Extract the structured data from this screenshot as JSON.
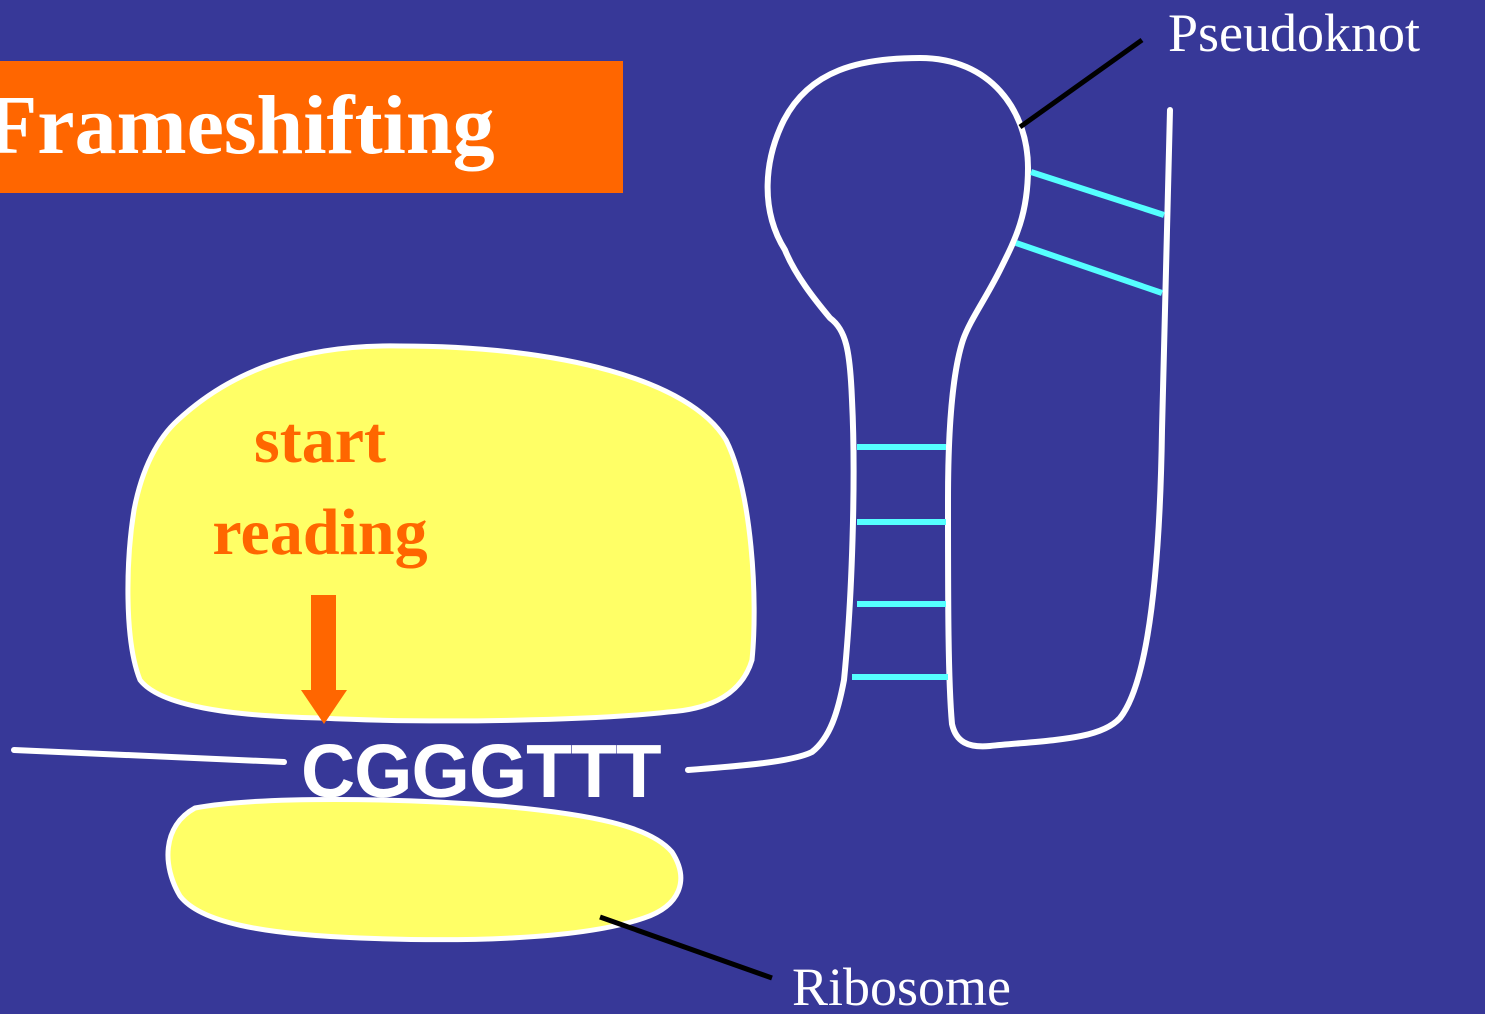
{
  "slide": {
    "title": "Frameshifting",
    "start_line1": "start",
    "start_line2": "reading",
    "sequence": "CGGGTTT",
    "label_pseudoknot": "Pseudoknot",
    "label_ribosome": "Ribosome"
  },
  "colors": {
    "background": "#373898",
    "title_box": "#ff6600",
    "ribosome_fill": "#ffff66",
    "accent_orange": "#ff6600",
    "strand": "#ffffff",
    "base_pairs": "#55ffff",
    "leader": "#000000"
  }
}
